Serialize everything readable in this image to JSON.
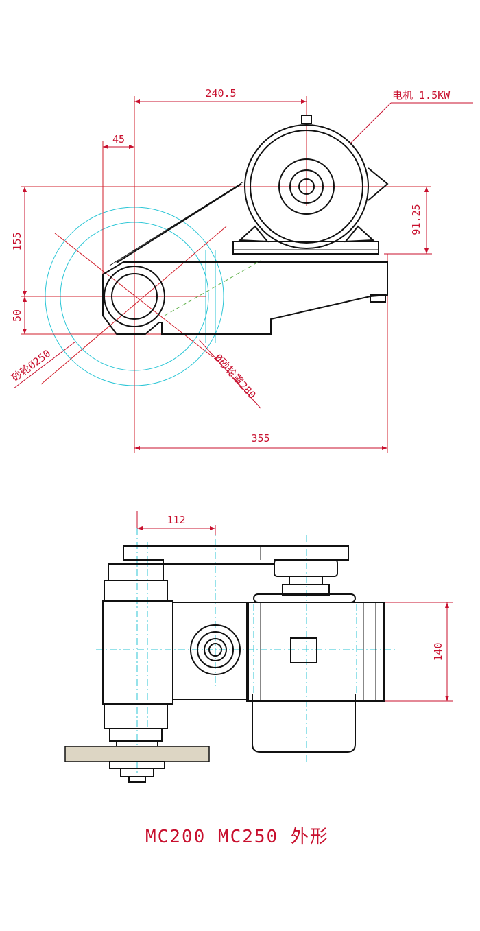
{
  "top_view": {
    "dim_width_motor": "240.5",
    "dim_offset": "45",
    "dim_height_total": "155",
    "dim_height_lower": "50",
    "dim_motor_height": "91.25",
    "dim_overall_length": "355",
    "motor_label": "电机 1.5KW",
    "wheel_label": "砂轮Ø250",
    "guard_label": "Ø砂轮罩280"
  },
  "side_view": {
    "dim_offset": "112",
    "dim_width": "140"
  },
  "caption": "MC200  MC250 外形"
}
